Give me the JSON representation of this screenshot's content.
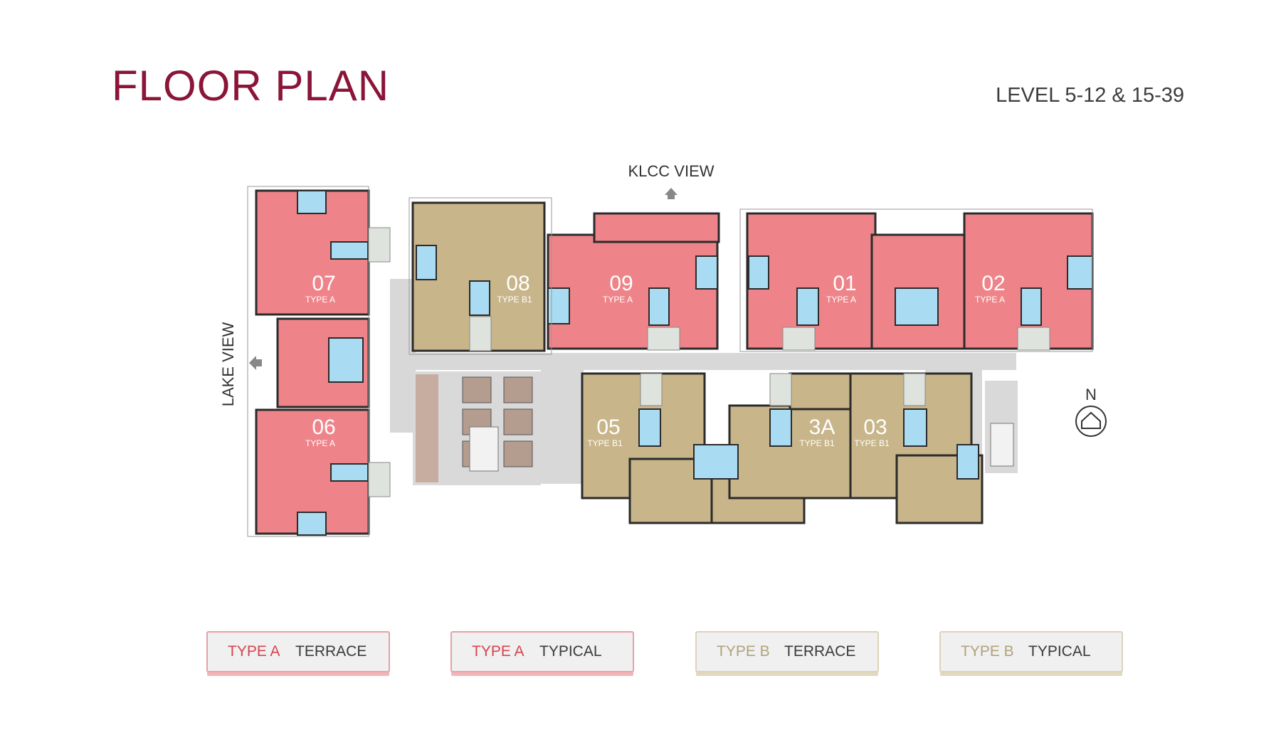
{
  "header": {
    "title": "FLOOR PLAN",
    "level": "LEVEL 5-12 & 15-39"
  },
  "plan": {
    "views": {
      "klcc": "KLCC VIEW",
      "lake": "LAKE VIEW"
    },
    "north": "N",
    "colors": {
      "type_a": "#ee8489",
      "type_b": "#c8b58a",
      "bathroom": "#a9dcf3",
      "corridor": "#d6d6d6",
      "service": "#c7ad9f",
      "wall": "#2b2b2b"
    },
    "units": [
      {
        "id": "07",
        "type": "TYPE A"
      },
      {
        "id": "08",
        "type": "TYPE B1"
      },
      {
        "id": "09",
        "type": "TYPE A"
      },
      {
        "id": "01",
        "type": "TYPE A"
      },
      {
        "id": "02",
        "type": "TYPE A"
      },
      {
        "id": "06",
        "type": "TYPE A"
      },
      {
        "id": "05",
        "type": "TYPE B1"
      },
      {
        "id": "3A",
        "type": "TYPE B1"
      },
      {
        "id": "03",
        "type": "TYPE B1"
      }
    ]
  },
  "legend": [
    {
      "type": "TYPE A",
      "style": "TERRACE"
    },
    {
      "type": "TYPE A",
      "style": "TYPICAL"
    },
    {
      "type": "TYPE B",
      "style": "TERRACE"
    },
    {
      "type": "TYPE B",
      "style": "TYPICAL"
    }
  ]
}
